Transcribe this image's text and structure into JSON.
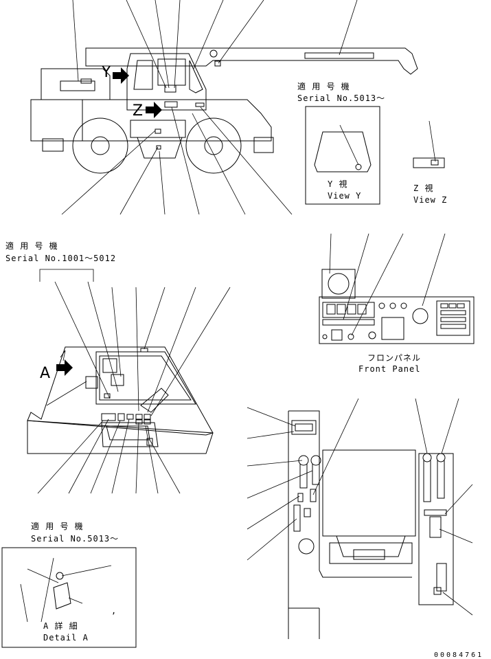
{
  "labels": {
    "serial_5013_top_jp": "適 用 号 機",
    "serial_5013_top": "Serial No.5013～",
    "view_y_jp": "Y  視",
    "view_y": "View Y",
    "view_z_jp": "Z  視",
    "view_z": "View Z",
    "serial_1001_jp": "適 用 号 機",
    "serial_1001": "Serial No.1001～5012",
    "view_a_letter": "A",
    "front_panel_jp": "フロンパネル",
    "front_panel": "Front Panel",
    "serial_5013_bottom_jp": "適 用 号 機",
    "serial_5013_bottom": "Serial No.5013～",
    "detail_a_jp": "A 詳 細",
    "detail_a": "Detail A",
    "drawing_number": "00084761",
    "y_marker": "Y",
    "z_marker": "Z"
  },
  "colors": {
    "line": "#000000",
    "background": "#ffffff"
  }
}
